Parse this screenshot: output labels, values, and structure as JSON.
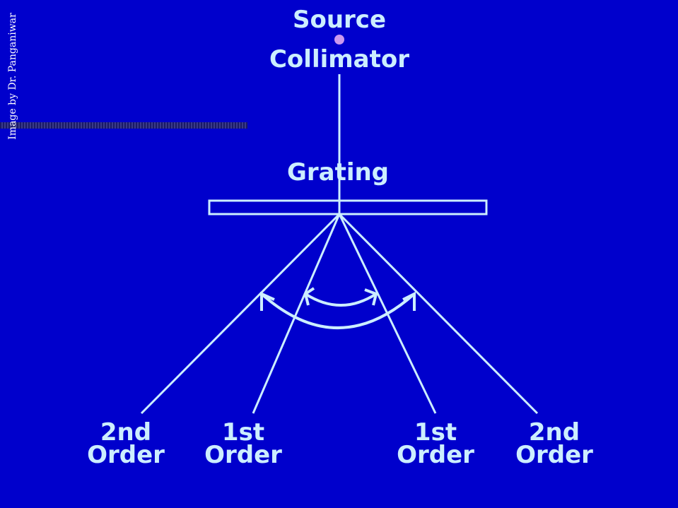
{
  "labels": {
    "source": "Source",
    "collimator": "Collimator",
    "grating": "Grating"
  },
  "orders": [
    {
      "line1": "2nd",
      "line2": "Order"
    },
    {
      "line1": "1st",
      "line2": "Order"
    },
    {
      "line1": "1st",
      "line2": "Order"
    },
    {
      "line1": "2nd",
      "line2": "Order"
    }
  ],
  "credit": "Image by Dr. Panganiwar",
  "colors": {
    "background": "#0000cc",
    "line": "#cceeff",
    "source_dot": "#cc99ee"
  }
}
